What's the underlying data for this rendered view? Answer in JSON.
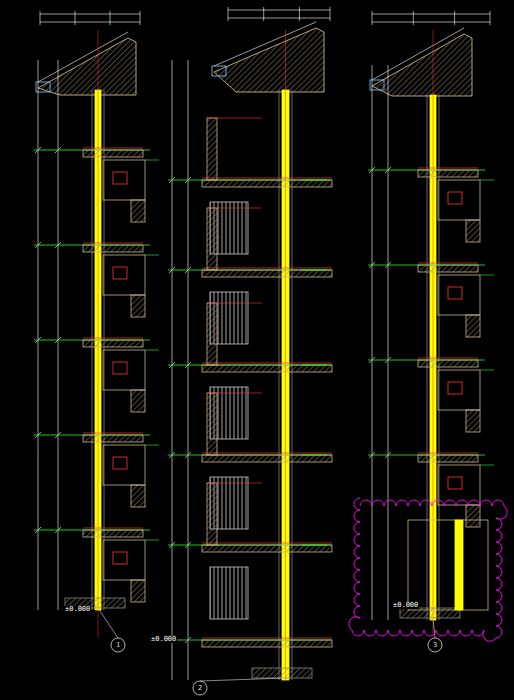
{
  "diagram": {
    "labels": [
      "1",
      "2",
      "3",
      "±0.000",
      "±0.000",
      "±0.000"
    ]
  }
}
